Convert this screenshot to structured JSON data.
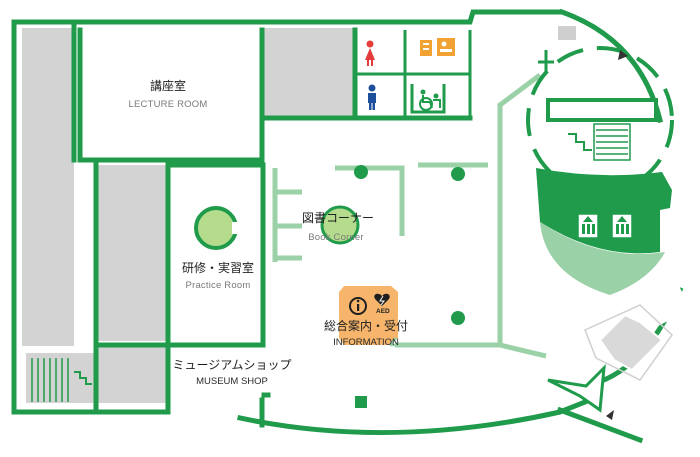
{
  "rooms": {
    "lecture_room": {
      "jp": "講座室",
      "en": "LECTURE ROOM"
    },
    "book_corner": {
      "jp": "図書コーナー",
      "en": "Book Corner"
    },
    "practice_room": {
      "jp": "研修・実習室",
      "en": "Practice Room"
    },
    "information": {
      "jp": "総合案内・受付",
      "en": "INFORMATION"
    },
    "museum_shop": {
      "jp": "ミュージアムショップ",
      "en": "MUSEUM SHOP"
    }
  },
  "markers": {
    "aed": "AED"
  },
  "colors": {
    "wall": "#1f9b4b",
    "wall_light": "#9ad1a6",
    "gray_area": "#d3d3d3",
    "info_orange": "#f6b56b",
    "female_icon": "#e63b3b",
    "male_icon": "#1d4f9c",
    "accessible_icon": "#1f9b4b",
    "baby_icon": "#f2a233",
    "pillar": "#1f9b4b",
    "column_light": "#b5dc8c"
  },
  "icons": [
    "female-restroom-icon",
    "male-restroom-icon",
    "accessible-restroom-icon",
    "baby-care-icon",
    "elevator-icon",
    "info-icon",
    "aed-heart-icon",
    "stairs-icon",
    "direction-arrow-icon"
  ]
}
